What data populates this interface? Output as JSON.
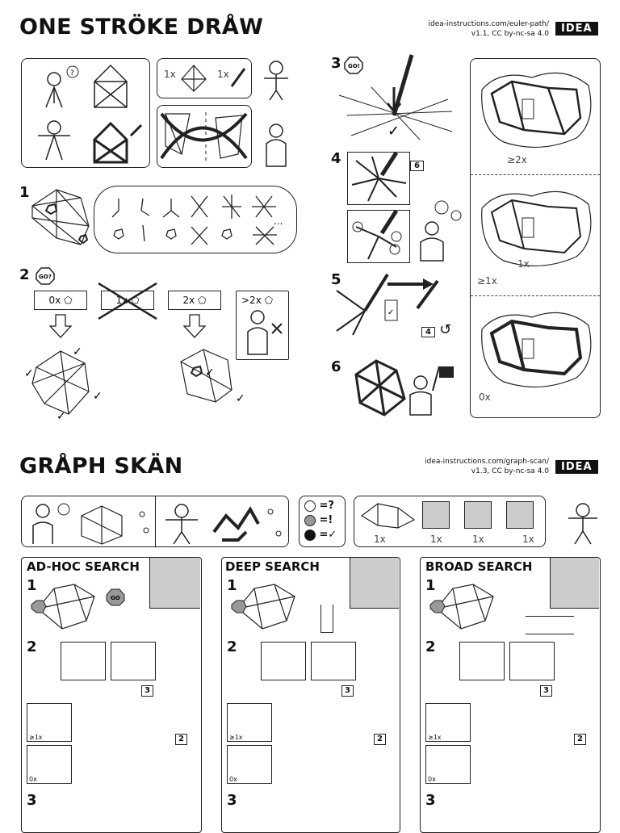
{
  "euler": {
    "title": "ONE STRÖKE DRÅW",
    "url": "idea-instructions.com/euler-path/",
    "version": "v1.1, CC by-nc-sa 4.0",
    "logo": "IDEA",
    "steps": [
      "1",
      "2",
      "3",
      "4",
      "5",
      "6"
    ],
    "labels_row2": [
      "0x",
      "1x",
      "2x",
      ">2x"
    ],
    "intro_counts": [
      "1x",
      "1x"
    ],
    "go_badge": "GO!",
    "go_question": "GO?",
    "jump_targets": [
      "6",
      "4"
    ],
    "side_notes": [
      "≥2x",
      "≥1x",
      "1x",
      "0x"
    ],
    "ellipsis": "..."
  },
  "graph": {
    "title": "GRÅPH SKÄN",
    "url": "idea-instructions.com/graph-scan/",
    "version": "v1.3, CC by-nc-sa 4.0",
    "logo": "IDEA",
    "legend": [
      "=?",
      "=!",
      "=✓"
    ],
    "flow_counts": [
      "1x",
      "1x",
      "1x",
      "1x"
    ],
    "go_badge": "GO",
    "panels": [
      {
        "title": "AD-HOC SEARCH",
        "steps": [
          "1",
          "2",
          "3"
        ],
        "small": [
          "≥1x",
          "0x"
        ],
        "jump": "3",
        "back": "2"
      },
      {
        "title": "DEEP SEARCH",
        "steps": [
          "1",
          "2",
          "3"
        ],
        "small": [
          "≥1x",
          "0x"
        ],
        "jump": "3",
        "back": "2"
      },
      {
        "title": "BROAD SEARCH",
        "steps": [
          "1",
          "2",
          "3"
        ],
        "small": [
          "≥1x",
          "0x"
        ],
        "jump": "3",
        "back": "2"
      }
    ]
  }
}
